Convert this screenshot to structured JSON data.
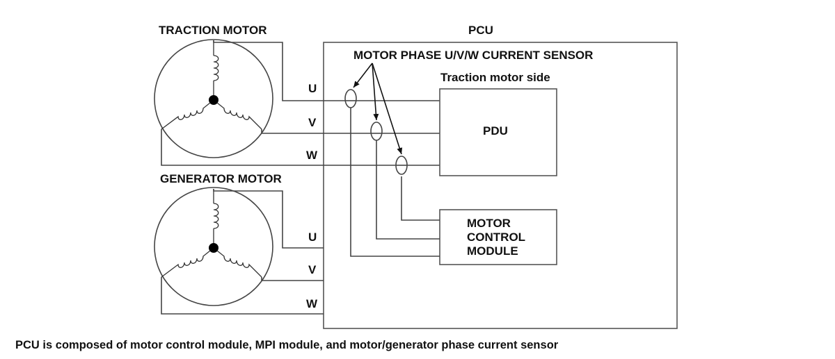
{
  "labels": {
    "traction_motor": "TRACTION MOTOR",
    "generator_motor": "GENERATOR MOTOR",
    "pcu": "PCU",
    "current_sensor": "MOTOR PHASE U/V/W CURRENT SENSOR",
    "traction_motor_side": "Traction motor side",
    "pdu": "PDU",
    "motor_control_module": [
      "MOTOR",
      "CONTROL",
      "MODULE"
    ]
  },
  "phases": {
    "traction": [
      "U",
      "V",
      "W"
    ],
    "generator": [
      "U",
      "V",
      "W"
    ]
  },
  "caption": "PCU is composed of motor control module, MPI module, and motor/generator phase current sensor"
}
